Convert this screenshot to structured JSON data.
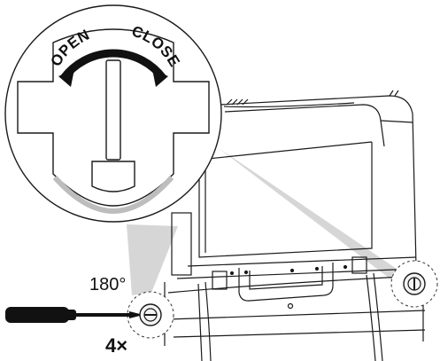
{
  "labels": {
    "open": "OPEN",
    "close": "CLOSE",
    "rotation": "180°",
    "count": "4×"
  },
  "colors": {
    "line": "#1a1a1a",
    "shadow": "#d0d0d0",
    "beam": "#c8c8c8",
    "fill": "#ffffff"
  },
  "icons": [
    "screwdriver-icon",
    "fastener-icon",
    "rotation-arrow-icon"
  ]
}
